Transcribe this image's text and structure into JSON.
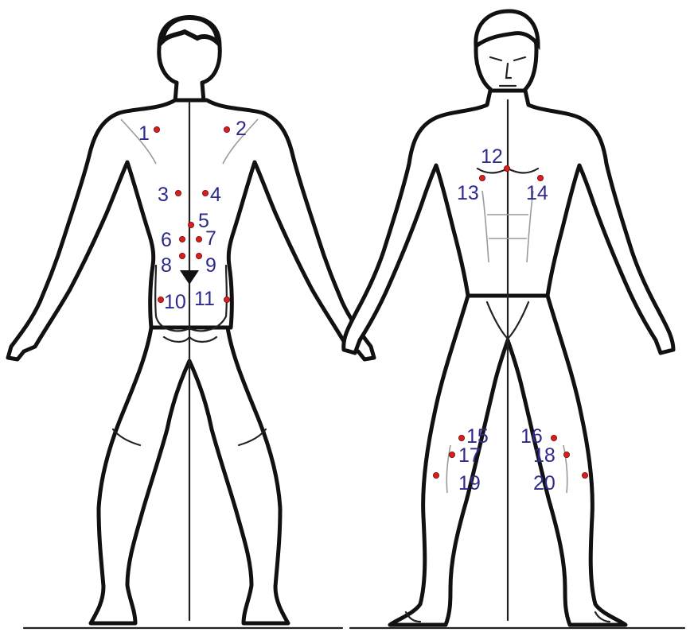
{
  "figures": [
    {
      "view": "back"
    },
    {
      "view": "front"
    }
  ],
  "points": [
    {
      "label": "1"
    },
    {
      "label": "2"
    },
    {
      "label": "3"
    },
    {
      "label": "4"
    },
    {
      "label": "5"
    },
    {
      "label": "6"
    },
    {
      "label": "7"
    },
    {
      "label": "8"
    },
    {
      "label": "9"
    },
    {
      "label": "10"
    },
    {
      "label": "11"
    },
    {
      "label": "12"
    },
    {
      "label": "13"
    },
    {
      "label": "14"
    },
    {
      "label": "15"
    },
    {
      "label": "16"
    },
    {
      "label": "17"
    },
    {
      "label": "18"
    },
    {
      "label": "19"
    },
    {
      "label": "20"
    }
  ],
  "colors": {
    "point": "#d62020",
    "label": "#2e2a8c",
    "outline": "#111111"
  }
}
